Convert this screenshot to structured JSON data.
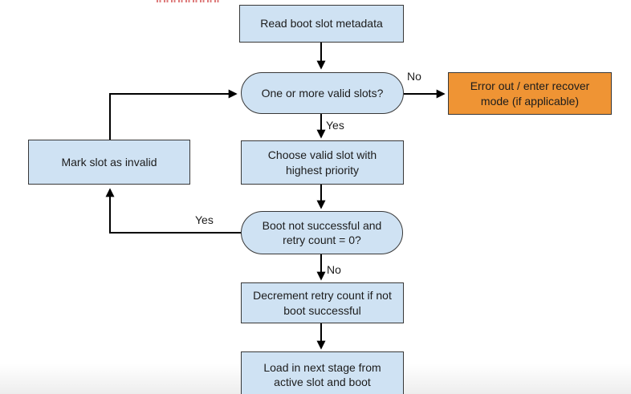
{
  "colors": {
    "node_fill_blue": "#cfe2f3",
    "node_fill_orange": "#ef9434",
    "node_border": "#383838",
    "arrow": "#000000",
    "text": "#1c1c1c",
    "red_marks": "#dd7a7a",
    "background": "#ffffff"
  },
  "flowchart": {
    "nodes": [
      {
        "id": "read",
        "type": "process",
        "fill": "blue",
        "label": "Read boot slot metadata"
      },
      {
        "id": "valid",
        "type": "decision",
        "fill": "blue",
        "label": "One or more valid slots?"
      },
      {
        "id": "error",
        "type": "process",
        "fill": "orange",
        "label": "Error out / enter recover mode (if applicable)"
      },
      {
        "id": "choose",
        "type": "process",
        "fill": "blue",
        "label": "Choose valid slot with highest priority"
      },
      {
        "id": "mark",
        "type": "process",
        "fill": "blue",
        "label": "Mark slot as invalid"
      },
      {
        "id": "boot",
        "type": "decision",
        "fill": "blue",
        "label": "Boot not successful and retry count = 0?"
      },
      {
        "id": "decrement",
        "type": "process",
        "fill": "blue",
        "label": "Decrement retry count if not boot successful"
      },
      {
        "id": "load",
        "type": "process",
        "fill": "blue",
        "label": "Load in next stage from active slot and boot"
      }
    ],
    "edges": [
      {
        "from": "read",
        "to": "valid",
        "label": ""
      },
      {
        "from": "valid",
        "to": "error",
        "label": "No"
      },
      {
        "from": "valid",
        "to": "choose",
        "label": "Yes"
      },
      {
        "from": "choose",
        "to": "boot",
        "label": ""
      },
      {
        "from": "boot",
        "to": "mark",
        "label": "Yes"
      },
      {
        "from": "mark",
        "to": "valid",
        "label": ""
      },
      {
        "from": "boot",
        "to": "decrement",
        "label": "No"
      },
      {
        "from": "decrement",
        "to": "load",
        "label": ""
      }
    ]
  }
}
